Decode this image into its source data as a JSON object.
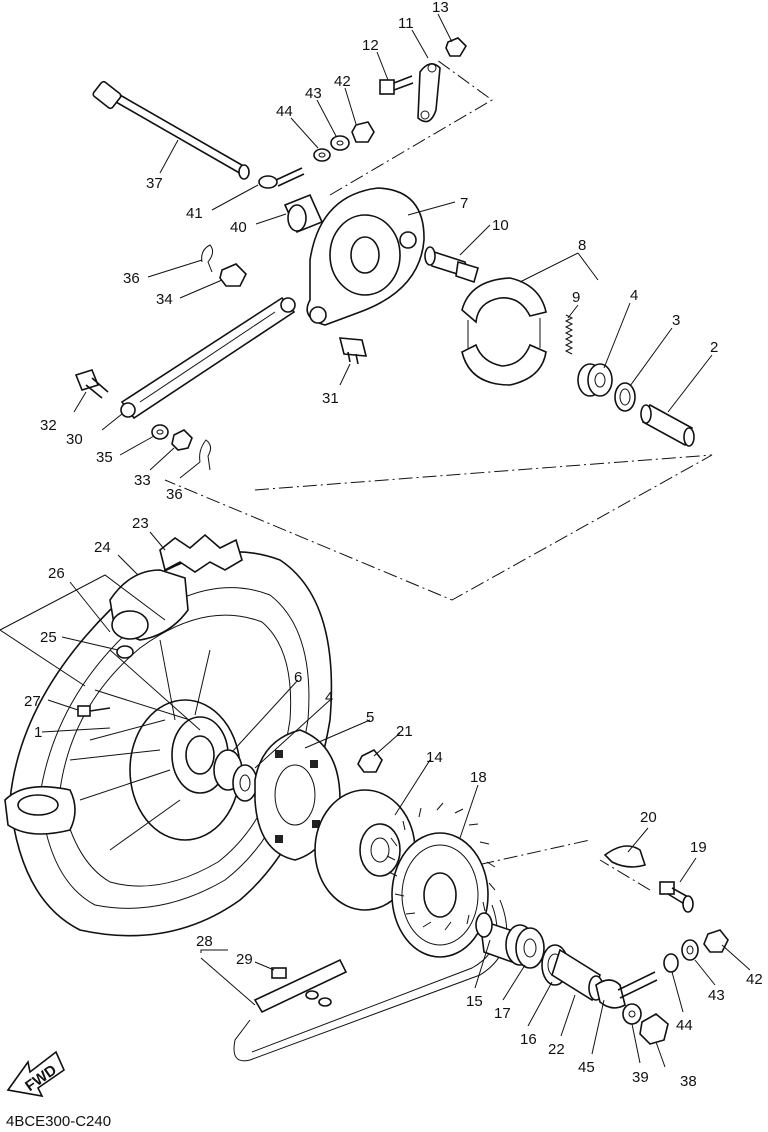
{
  "diagram": {
    "code": "4BCE300-C240",
    "fwd_label": "FWD",
    "callouts": {
      "p1": "1",
      "p2": "2",
      "p3": "3",
      "p4a": "4",
      "p4b": "4",
      "p5": "5",
      "p6": "6",
      "p7": "7",
      "p8": "8",
      "p9": "9",
      "p10": "10",
      "p11": "11",
      "p12": "12",
      "p13": "13",
      "p14": "14",
      "p15": "15",
      "p16": "16",
      "p17": "17",
      "p18": "18",
      "p19": "19",
      "p20": "20",
      "p21": "21",
      "p22": "22",
      "p23": "23",
      "p24": "24",
      "p25": "25",
      "p26": "26",
      "p27": "27",
      "p28": "28",
      "p29": "29",
      "p30": "30",
      "p31": "31",
      "p32": "32",
      "p33": "33",
      "p34": "34",
      "p35": "35",
      "p36a": "36",
      "p36b": "36",
      "p37": "37",
      "p38": "38",
      "p39": "39",
      "p40": "40",
      "p41": "41",
      "p42a": "42",
      "p42b": "42",
      "p43a": "43",
      "p43b": "43",
      "p44a": "44",
      "p44b": "44",
      "p45": "45"
    }
  }
}
